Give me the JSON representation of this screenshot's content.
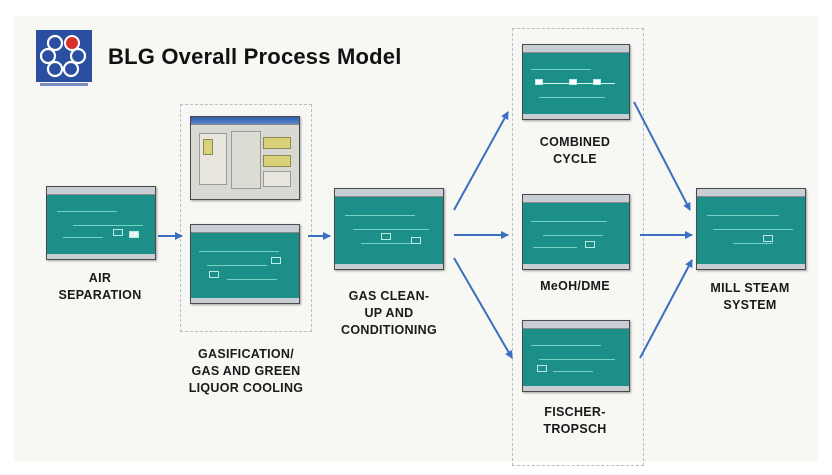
{
  "title": "BLG Overall Process Model",
  "logo": {
    "icon": "hexagon-circles-logo",
    "colors": [
      "#2a4fa0",
      "#d9302b"
    ]
  },
  "labels": {
    "air_separation": "AIR\nSEPARATION",
    "gasification": "GASIFICATION/\nGAS AND GREEN\nLIQUOR COOLING",
    "gas_cleanup": "GAS CLEAN-\nUP AND\nCONDITIONING",
    "combined_cycle": "COMBINED\nCYCLE",
    "meoh_dme": "MeOH/DME",
    "fischer_tropsch": "FISCHER-\nTROPSCH",
    "mill_steam": "MILL STEAM\nSYSTEM"
  },
  "edges": [
    {
      "from": "air_separation",
      "to": "gasification"
    },
    {
      "from": "gasification",
      "to": "gas_cleanup"
    },
    {
      "from": "gas_cleanup",
      "to": "combined_cycle"
    },
    {
      "from": "gas_cleanup",
      "to": "meoh_dme"
    },
    {
      "from": "gas_cleanup",
      "to": "fischer_tropsch"
    },
    {
      "from": "combined_cycle",
      "to": "mill_steam"
    },
    {
      "from": "meoh_dme",
      "to": "mill_steam"
    },
    {
      "from": "fischer_tropsch",
      "to": "mill_steam"
    }
  ],
  "colors": {
    "screen_teal": "#1d8f89",
    "arrow_blue": "#3b6fc0",
    "group_border": "#b9bcc8"
  }
}
